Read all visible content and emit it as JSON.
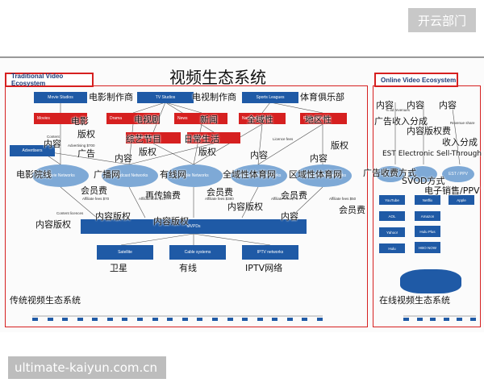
{
  "top_button": "开云部门",
  "footer_url": "ultimate-kaiyun.com.cn",
  "title": "视频生态系统",
  "traditional_header": "Traditional Video Ecosystem",
  "online_header": "Online Video Ecosystem",
  "nodes": {
    "movie_studios": "Movie Studios",
    "tv_studios": "TV Studios",
    "sports_leagues": "Sports Leagues",
    "movies": "Movies",
    "drama": "Drama",
    "news": "News",
    "entertainment": "Entertainment",
    "lifestyle": "Lifestyle",
    "national_sports": "National sports",
    "regional_sports": "Regional sports",
    "advertisers": "Advertisers",
    "movie_networks": "Movie Networks",
    "broadcast_networks": "Broadcast Networks",
    "cable_networks": "Cable Networks",
    "national_sports_networks": "National sports networks",
    "regional_sports_networks": "Regional sports networks",
    "mvpds": "MVPDs",
    "satellite": "Satellite",
    "cable_systems": "Cable systems",
    "iptv_networks": "IPTV networks",
    "est_ppv": "EST / PPV",
    "youtube": "YouTube",
    "netflix": "Netflix",
    "aol": "AOL",
    "amazon": "Amazon",
    "yahoo": "Yahoo!",
    "hulu_plus": "Hulu Plus",
    "hulu": "Hulu",
    "hbo_now": "HBO NOW",
    "apple": "Apple"
  },
  "small_labels": {
    "content": "Content",
    "advertising": "Advertising $700",
    "licence_fees": "Licence fees",
    "affiliate_fees_70": "Affiliate fees $70",
    "affiliate_fees_40": "Affiliate fees $40",
    "affiliate_fees_380": "Affiliate fees $380",
    "affiliate_fees_79": "Affiliate fees $79",
    "affiliate_fees_50": "Affiliate fees $50",
    "content_licences": "Content licences",
    "revenue_share": "Revenue share",
    "to_ad_revenues": "% ad revenues"
  },
  "overlays": {
    "film_production": "电影制作商",
    "tv_production": "电视制作商",
    "sports_club": "体育俱乐部",
    "film": "电影",
    "drama": "电视剧",
    "news": "新闻",
    "variety": "综艺节目",
    "daily_life": "日常生活",
    "national": "全域性",
    "regional": "地区性",
    "copyright": "版权",
    "content": "内容",
    "ads": "广告",
    "cinema_line": "电影院线",
    "broadcast_net": "广播网",
    "cable_net": "有线网",
    "national_sports_net": "全域性体育网",
    "regional_sports_net": "区域性体育网",
    "membership_fee": "会员费",
    "content_copyright": "内容版权",
    "retrans_fee": "再传输费",
    "satellite": "卫星",
    "cable": "有线",
    "iptv": "IPTV网络",
    "traditional_ecosystem": "传统视频生态系统",
    "online_ecosystem": "在线视频生态系统",
    "ad_revenue_share": "广告收入分成",
    "content_copyright_fee": "内容版权费",
    "revenue_share": "收入分成",
    "est": "EST Electronic Sell-Through",
    "ad_model": "广告收费方式",
    "svod": "SVOD方式",
    "e_sales": "电子销售/PPV"
  }
}
